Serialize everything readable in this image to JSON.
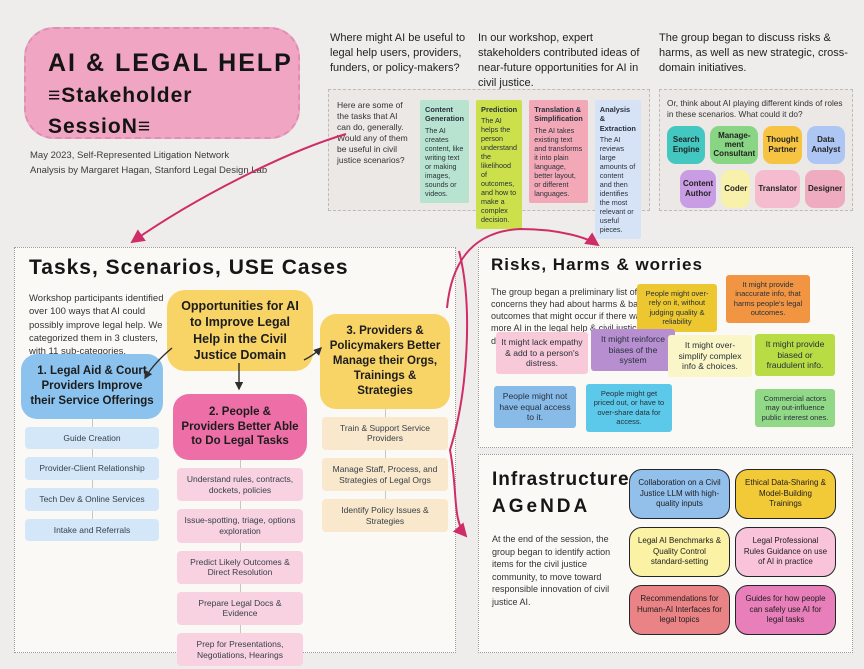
{
  "page": {
    "background": "#efedeb",
    "accent_arrow_color": "#cf2d68"
  },
  "header": {
    "title_line1": "AI & LEGAL HELP",
    "title_line2": "≡Stakeholder SessioN≡",
    "credit_line1": "May 2023, Self-Represented Litigation Network",
    "credit_line2": "Analysis by Margaret Hagan, Stanford Legal Design Lab",
    "intro_col1": "Where might AI be useful to legal help users, providers, funders, or policy-makers?",
    "intro_col2": "In our workshop, expert stakeholders contributed ideas of near-future opportunities for AI in civil justice.",
    "intro_col3": "The group began to discuss risks & harms, as well as new strategic, cross-domain initiatives."
  },
  "capabilities_box": {
    "intro": "Here are some of the tasks that AI can do, generally. Would any of them be useful in civil justice scenarios?",
    "cards": [
      {
        "title": "Content Generation",
        "body": "The AI creates content, like writing text or making images, sounds or videos.",
        "color": "#b9e3d1"
      },
      {
        "title": "Prediction",
        "body": "The AI helps the person understand the likelihood of outcomes, and how to make a complex decision.",
        "color": "#cbe04b"
      },
      {
        "title": "Translation & Simplification",
        "body": "The AI takes existing text and transforms it into plain language, better layout, or different languages.",
        "color": "#f3a8b7"
      },
      {
        "title": "Analysis & Extraction",
        "body": "The AI reviews large amounts of content and then identifies the most relevant or useful pieces.",
        "color": "#d6e3f7"
      }
    ]
  },
  "roles_box": {
    "intro": "Or, think about AI playing different kinds of roles in these scenarios. What could it do?",
    "roles": [
      {
        "label": "Search Engine",
        "color": "#43c7c1"
      },
      {
        "label": "Manage-ment Consultant",
        "color": "#88d584"
      },
      {
        "label": "Thought Partner",
        "color": "#f6c440"
      },
      {
        "label": "Data Analyst",
        "color": "#aec6f3"
      },
      {
        "label": "Content Author",
        "color": "#c99de3"
      },
      {
        "label": "Coder",
        "color": "#f7f1ac"
      },
      {
        "label": "Translator",
        "color": "#f5bcd0"
      },
      {
        "label": "Designer",
        "color": "#efabc0"
      }
    ]
  },
  "tasks_section": {
    "title": "Tasks, Scenarios, USE Cases",
    "description": "Workshop participants identified over 100 ways that AI could possibly improve legal help. We categorized them in 3 clusters, with 11 sub-categories.",
    "root": {
      "label": "Opportunities for AI to Improve Legal Help in the Civil Justice Domain",
      "color": "#f8d467"
    },
    "clusters": [
      {
        "label": "1. Legal Aid & Court Providers Improve their Service Offerings",
        "color": "#8bc2ee",
        "item_color": "#d4e7f9",
        "items": [
          "Guide Creation",
          "Provider-Client Relationship",
          "Tech Dev & Online Services",
          "Intake and Referrals"
        ]
      },
      {
        "label": "2. People & Providers Better Able to Do Legal Tasks",
        "color": "#ee6fa7",
        "item_color": "#f9d2e2",
        "items": [
          "Understand rules, contracts, dockets, policies",
          "Issue-spotting, triage, options exploration",
          "Predict Likely Outcomes & Direct Resolution",
          "Prepare Legal Docs & Evidence",
          "Prep for Presentations, Negotiations, Hearings"
        ]
      },
      {
        "label": "3. Providers & Policymakers Better Manage their Orgs, Trainings & Strategies",
        "color": "#f8d467",
        "item_color": "#f9e8cb",
        "items": [
          "Train & Support Service Providers",
          "Manage Staff, Process, and Strategies of Legal Orgs",
          "Identify Policy Issues & Strategies"
        ]
      }
    ]
  },
  "risks_section": {
    "title": "Risks, Harms & worries",
    "description": "The group began a preliminary list of concerns they had about harms & bad outcomes that might occur if there was more AI in the legal help & civil justice domains.",
    "notes": [
      {
        "text": "People might over-rely on it, without judging quality & reliability",
        "color": "#edc72f"
      },
      {
        "text": "It might provide inaccurate info, that harms people's legal outcomes.",
        "color": "#f29543"
      },
      {
        "text": "It might lack empathy & add to a person's distress.",
        "color": "#f7c9d9"
      },
      {
        "text": "It might reinforce biases of the system",
        "color": "#b78fd1"
      },
      {
        "text": "It might over-simplify complex info & choices.",
        "color": "#fbf6c8"
      },
      {
        "text": "It might provide biased or fraudulent info.",
        "color": "#b8dc43"
      },
      {
        "text": "People might not have equal access to it.",
        "color": "#89bbe9"
      },
      {
        "text": "People might get priced out, or have to over-share data for access.",
        "color": "#5cc9ea"
      },
      {
        "text": "Commercial actors may out-influence public interest ones.",
        "color": "#92d987"
      }
    ]
  },
  "agenda_section": {
    "title_line1": "Infrastructure",
    "title_line2": "AGeNDA",
    "description": "At the end of the session, the group began to identify action items for the civil justice community, to move toward responsible innovation of civil justice AI.",
    "cards": [
      {
        "text": "Collaboration on a Civil Justice LLM with high-quality inputs",
        "color": "#93bfeb"
      },
      {
        "text": "Ethical Data-Sharing & Model-Building Trainings",
        "color": "#f2c937"
      },
      {
        "text": "Legal AI Benchmarks & Quality Control standard-setting",
        "color": "#fbf2a5"
      },
      {
        "text": "Legal Professional Rules Guidance on use of AI in practice",
        "color": "#f9c4da"
      },
      {
        "text": "Recommendations for Human-AI Interfaces for legal topics",
        "color": "#ea8385"
      },
      {
        "text": "Guides for how people can safely use AI for legal tasks",
        "color": "#e87fba"
      }
    ]
  }
}
